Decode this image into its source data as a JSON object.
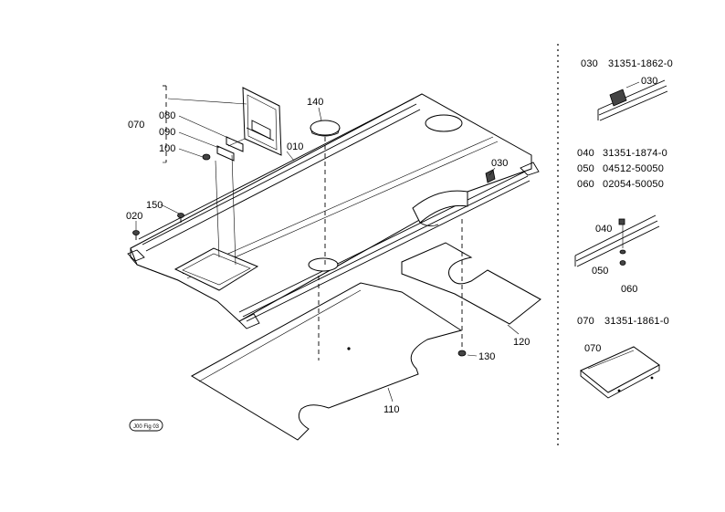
{
  "callouts": {
    "c010": "010",
    "c020": "020",
    "c030": "030",
    "c070": "070",
    "c080": "080",
    "c090": "090",
    "c100": "100",
    "c110": "110",
    "c120": "120",
    "c130": "130",
    "c140": "140",
    "c150": "150"
  },
  "parts_list": {
    "row030": {
      "ref": "030",
      "part": "31351-1862-0"
    },
    "row040": {
      "ref": "040",
      "part": "31351-1874-0"
    },
    "row050": {
      "ref": "050",
      "part": "04512-50050"
    },
    "row060": {
      "ref": "060",
      "part": "02054-50050"
    },
    "row070": {
      "ref": "070",
      "part": "31351-1861-0"
    }
  },
  "detail_callouts": {
    "d030": "030",
    "d040": "040",
    "d050": "050",
    "d060": "060",
    "d070": "070"
  },
  "figure_stamp": "J00 Fig 03"
}
